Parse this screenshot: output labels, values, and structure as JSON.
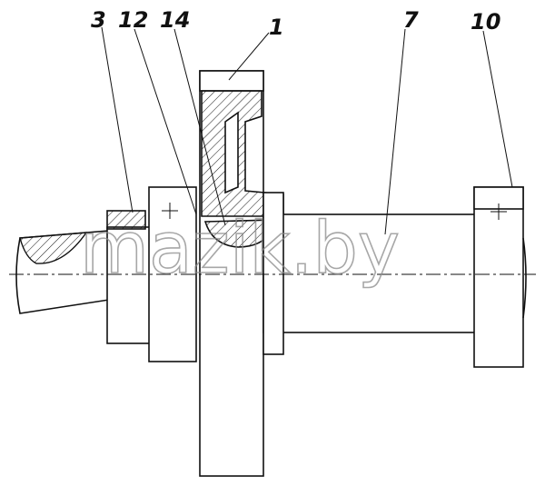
{
  "labels": {
    "l3": "3",
    "l12": "12",
    "l14": "14",
    "l1": "1",
    "l7": "7",
    "l10": "10"
  },
  "watermark": "mazik.by"
}
